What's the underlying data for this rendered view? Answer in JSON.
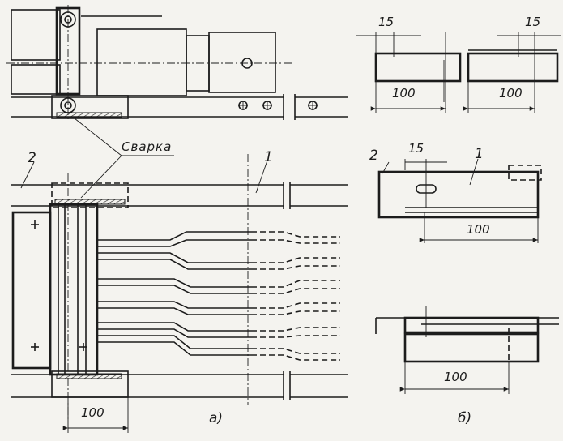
{
  "labels": {
    "weld": "Сварка",
    "part_1": "1",
    "part_2": "2",
    "view_a": "а)",
    "view_b": "б)"
  },
  "dimensions": {
    "main_100": "100",
    "detail_top_15_left": "15",
    "detail_top_15_right": "15",
    "detail_top_100_left": "100",
    "detail_top_100_right": "100",
    "detail_mid_15": "15",
    "detail_mid_100": "100",
    "detail_bottom_100": "100"
  }
}
